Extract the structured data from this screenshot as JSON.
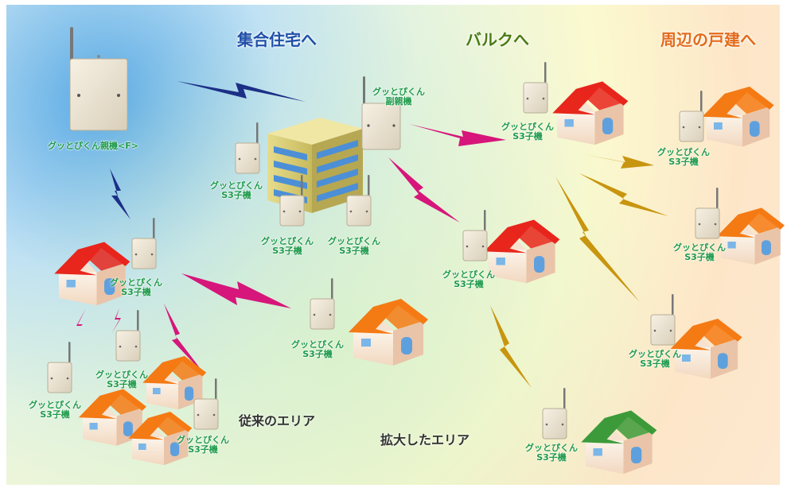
{
  "headings": {
    "apartments": "集合住宅へ",
    "bulk": "バルクへ",
    "detached": "周辺の戸建へ",
    "conventional_area": "従来のエリア",
    "expanded_area": "拡大したエリア"
  },
  "devices": {
    "parent": "グッとぴくん親機<F>",
    "sub_parent_line1": "グッとぴくん",
    "sub_parent_line2": "副親機",
    "child_line1": "グッとぴくん",
    "child_line2": "S3子機"
  },
  "colors": {
    "heading_blue": "#1f4fa8",
    "heading_green": "#4a7a12",
    "heading_orange": "#e36a1a",
    "label_green": "#1e9a4a",
    "bolt_navy": "#1c2f86",
    "bolt_magenta": "#d6167a",
    "bolt_gold": "#c8950f",
    "roof_red": "#e8261c",
    "roof_orange": "#f47a14",
    "roof_green": "#3c9a3a"
  }
}
